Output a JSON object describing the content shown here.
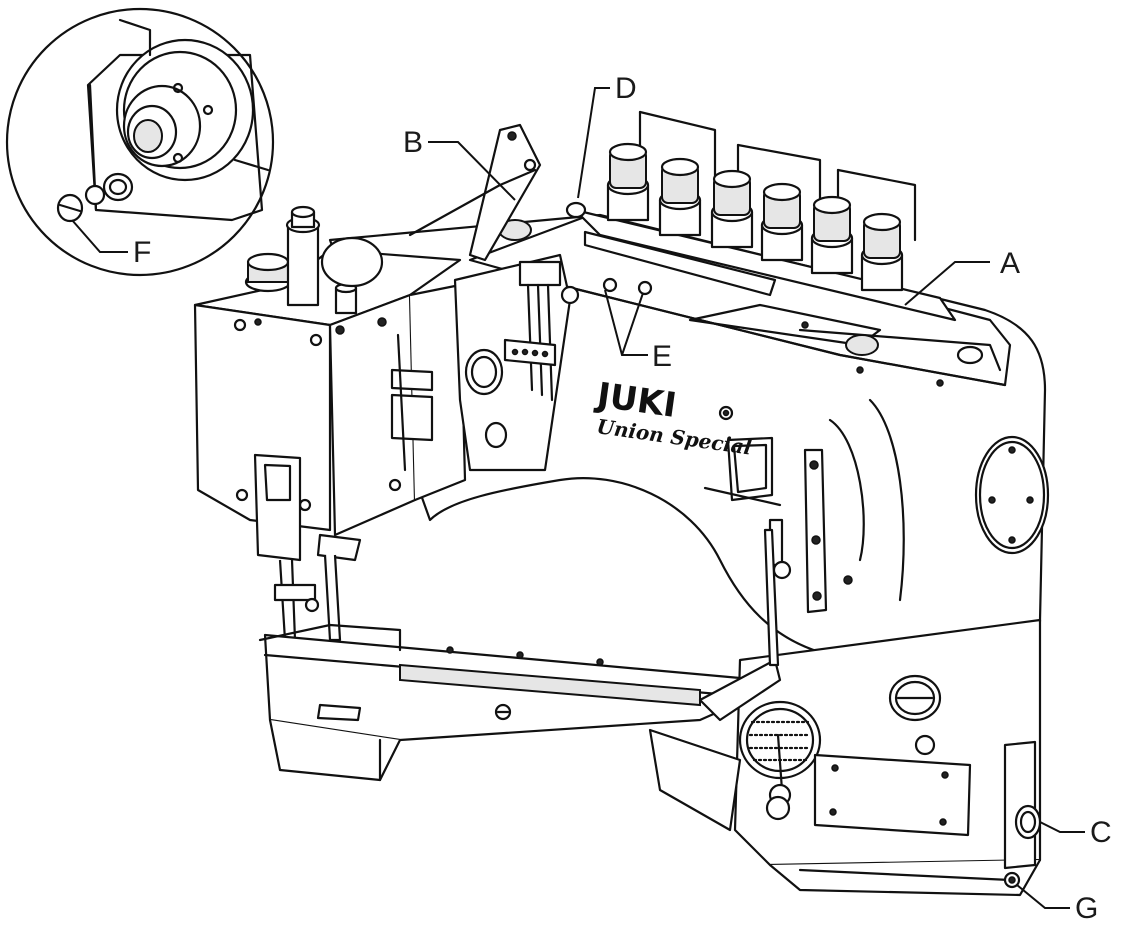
{
  "labels": {
    "a": "A",
    "b": "B",
    "c": "C",
    "d": "D",
    "e": "E",
    "f": "F",
    "g": "G"
  },
  "brand": {
    "name": "JUKI",
    "sub": "Union Special"
  },
  "colors": {
    "line": "#111111",
    "fill": "#ffffff",
    "shade": "#e6e6e6"
  }
}
